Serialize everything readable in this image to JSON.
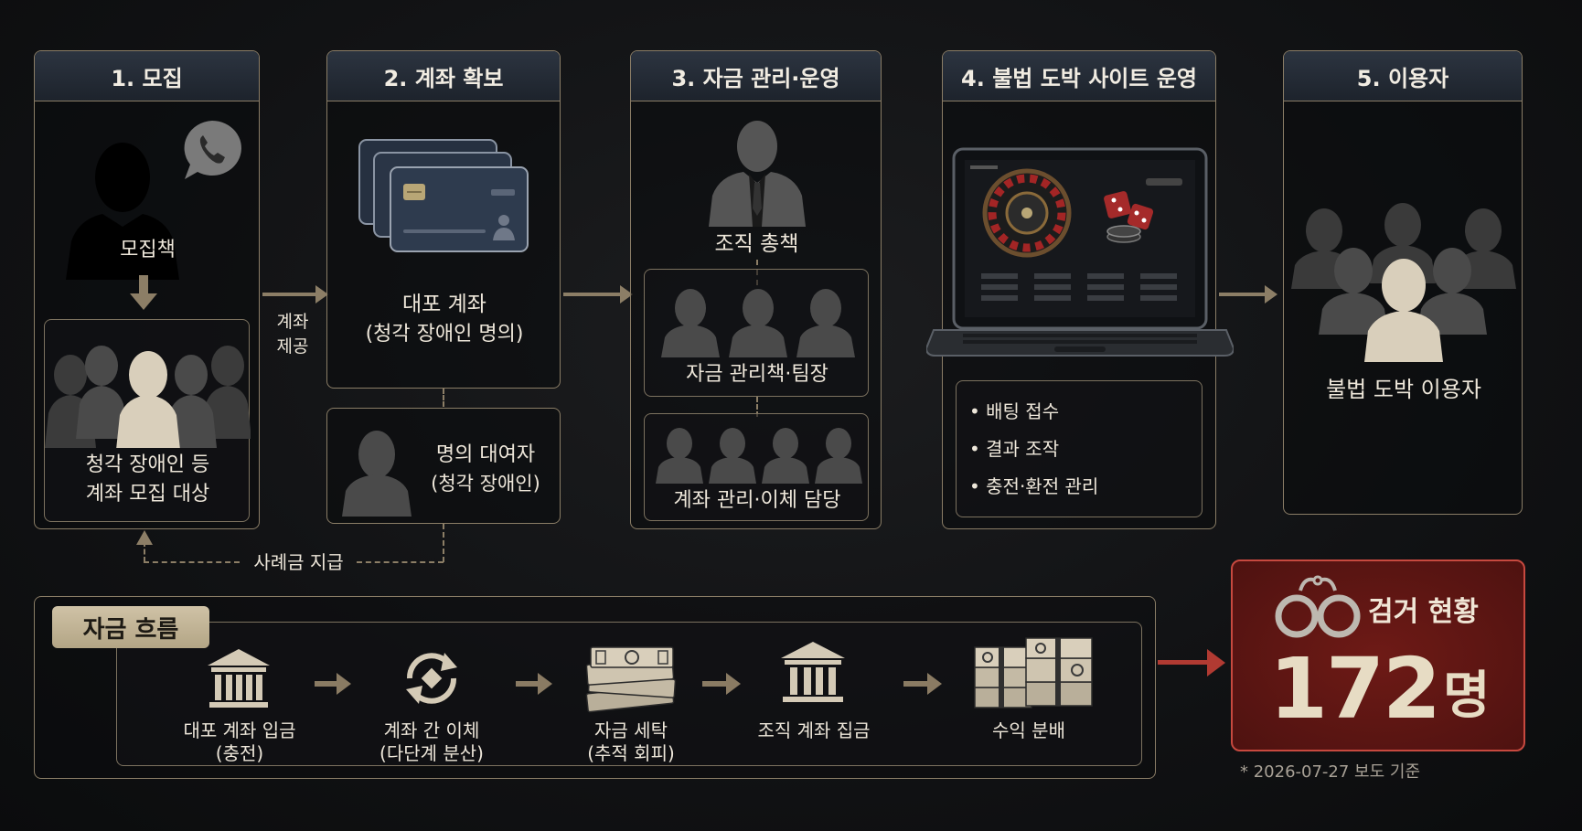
{
  "panels": {
    "recruit": {
      "title": "1. 모집",
      "recruiter": "모집책",
      "target_line1": "청각 장애인 등",
      "target_line2": "계좌 모집 대상"
    },
    "account": {
      "title": "2. 계좌 확보",
      "card_line1": "대포 계좌",
      "card_line2": "(청각 장애인 명의)",
      "lender_line1": "명의 대여자",
      "lender_line2": "(청각 장애인)"
    },
    "funds": {
      "title": "3. 자금 관리·운영",
      "boss": "조직 총책",
      "managers": "자금 관리책·팀장",
      "handlers": "계좌 관리·이체 담당"
    },
    "site": {
      "title": "4. 불법 도박 사이트 운영",
      "items": [
        "• 배팅 접수",
        "• 결과 조작",
        "• 충전·환전 관리"
      ]
    },
    "users": {
      "title": "5. 이용자",
      "label": "불법 도박 이용자"
    }
  },
  "connectors": {
    "account_provide_line1": "계좌",
    "account_provide_line2": "제공",
    "reward": "사례금 지급"
  },
  "money_flow": {
    "title": "자금 흐름",
    "steps": [
      {
        "line1": "대포 계좌 입금",
        "line2": "(충전)",
        "icon": "bank-icon"
      },
      {
        "line1": "계좌 간 이체",
        "line2": "(다단계 분산)",
        "icon": "transfer-cycle-icon"
      },
      {
        "line1": "자금 세탁",
        "line2": "(추적 회피)",
        "icon": "cash-stack-icon"
      },
      {
        "line1": "조직 계좌 집금",
        "line2": "",
        "icon": "bank-icon"
      },
      {
        "line1": "수익 분배",
        "line2": "",
        "icon": "cash-bundles-icon"
      }
    ]
  },
  "arrest": {
    "title": "검거 현황",
    "count": "172",
    "unit": "명",
    "note": "* 2026-07-27 보도 기준"
  },
  "colors": {
    "accent_gold": "#8a7d66",
    "arrest_red": "#5e1613",
    "flow_red": "#b13a32"
  }
}
